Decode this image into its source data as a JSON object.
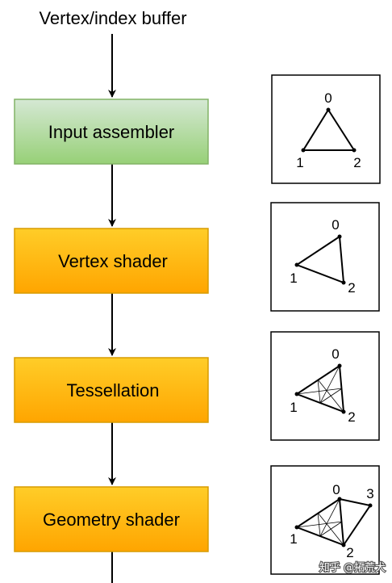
{
  "input_label": "Vertex/index buffer",
  "stages": [
    {
      "label": "Input assembler",
      "fill": "#b9e0a5",
      "stroke": "#82b366",
      "style": "green"
    },
    {
      "label": "Vertex shader",
      "fill": "#ffb400",
      "stroke": "#d79b00",
      "style": "orange"
    },
    {
      "label": "Tessellation",
      "fill": "#ffb400",
      "stroke": "#d79b00",
      "style": "orange"
    },
    {
      "label": "Geometry shader",
      "fill": "#ffb400",
      "stroke": "#d79b00",
      "style": "orange"
    }
  ],
  "panels": [
    {
      "vertex_labels": [
        "0",
        "1",
        "2"
      ]
    },
    {
      "vertex_labels": [
        "0",
        "1",
        "2"
      ]
    },
    {
      "vertex_labels": [
        "0",
        "1",
        "2"
      ]
    },
    {
      "vertex_labels": [
        "0",
        "1",
        "2",
        "3"
      ]
    }
  ],
  "watermark": "知乎 @拓荒犬"
}
